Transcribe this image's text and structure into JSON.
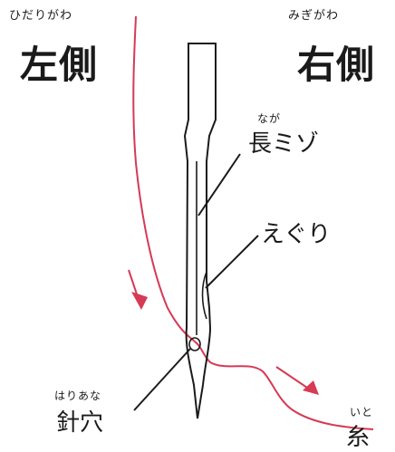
{
  "left_side": {
    "ruby": "ひだりがわ",
    "label": "左側"
  },
  "right_side": {
    "ruby": "みぎがわ",
    "label": "右側"
  },
  "parts": {
    "long_groove": {
      "ruby": "なが",
      "label": "長ミゾ"
    },
    "scarf": {
      "label": "えぐり"
    },
    "needle_eye": {
      "ruby": "はりあな",
      "label": "針穴"
    },
    "thread": {
      "ruby": "いと",
      "label": "糸"
    }
  },
  "colors": {
    "thread": "#d63a55",
    "ink": "#1a1a1a"
  }
}
